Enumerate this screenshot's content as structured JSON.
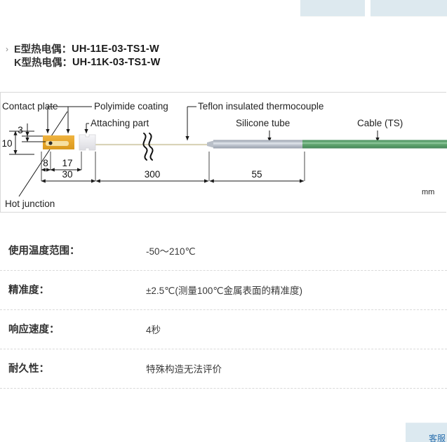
{
  "top_tabs": [
    {
      "name": "tab-strip-left",
      "label": ""
    },
    {
      "name": "tab-strip-right",
      "label": ""
    }
  ],
  "models": {
    "chevron": "›",
    "rows": [
      {
        "label": "E型热电偶：",
        "code": "UH-11E-03-TS1-W"
      },
      {
        "label": "K型热电偶：",
        "code": "UH-11K-03-TS1-W"
      }
    ]
  },
  "diagram": {
    "unit": "mm",
    "callouts": {
      "contact_plate": "Contact plate",
      "polyimide_coating": "Polyimide coating",
      "attaching_part": "Attaching part",
      "teflon_thermocouple": "Teflon insulated thermocouple",
      "silicone_tube": "Silicone tube",
      "cable_ts": "Cable (TS)",
      "hot_junction": "Hot junction"
    },
    "dimensions": {
      "height_small": "3",
      "height_large": "10",
      "len_8": "8",
      "len_17": "17",
      "len_30": "30",
      "len_300": "300",
      "len_55": "55"
    },
    "colors": {
      "polyimide": "#e8a72c",
      "polyimide_light": "#f4d98a",
      "attaching_part": "#ececee",
      "silicone_tube": "#b6bcc6",
      "cable": "#5a9e68",
      "wire": "#d9d4b8",
      "line": "#1a1a1a",
      "border": "#d8d8d8"
    }
  },
  "specs": {
    "rows": [
      {
        "key": "使用温度范围：",
        "value": "-50～210℃"
      },
      {
        "key": "精准度：",
        "value": "±2.5℃(测量100℃金属表面的精准度)"
      },
      {
        "key": "响应速度：",
        "value": "4秒"
      },
      {
        "key": "耐久性：",
        "value": "特殊构造无法评价"
      }
    ]
  },
  "bottom_widget": {
    "text": "客服"
  }
}
